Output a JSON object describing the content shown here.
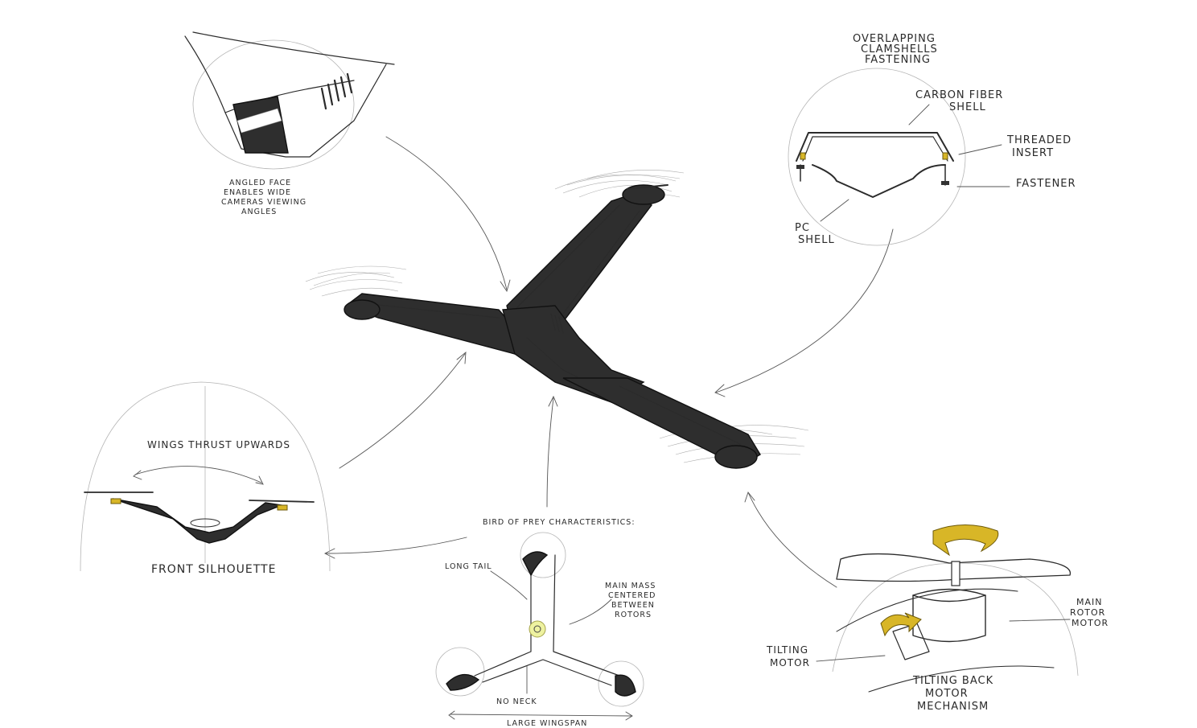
{
  "labels": {
    "overlapping": [
      "OVERLAPPING",
      "CLAMSHELLS",
      "FASTENING"
    ],
    "carbon": [
      "CARBON FIBER",
      "SHELL"
    ],
    "threaded": [
      "THREADED",
      "INSERT"
    ],
    "fastener": "FASTENER",
    "pc_shell": [
      "PC",
      "SHELL"
    ],
    "angled_face": [
      "ANGLED FACE",
      "ENABLES WIDE",
      "CAMERAS VIEWING",
      "ANGLES"
    ],
    "wings_thrust": "WINGS THRUST UPWARDS",
    "front_silhouette": "FRONT SILHOUETTE",
    "bird_of_prey": "BIRD OF PREY CHARACTERISTICS:",
    "long_tail": "LONG TAIL",
    "main_mass": [
      "MAIN MASS",
      "CENTERED",
      "BETWEEN",
      "ROTORS"
    ],
    "no_neck": "NO NECK",
    "large_wingspan": "LARGE WINGSPAN",
    "tilting_motor": [
      "TILTING",
      "MOTOR"
    ],
    "main_rotor": [
      "MAIN",
      "ROTOR",
      "MOTOR"
    ],
    "tilting_back": [
      "TILTING BACK",
      "MOTOR",
      "MECHANISM"
    ]
  },
  "colors": {
    "ink": "#2b2b2b",
    "accent_yellow": "#d8b627",
    "body_dark": "#2e2e2e",
    "background": "#ffffff"
  }
}
